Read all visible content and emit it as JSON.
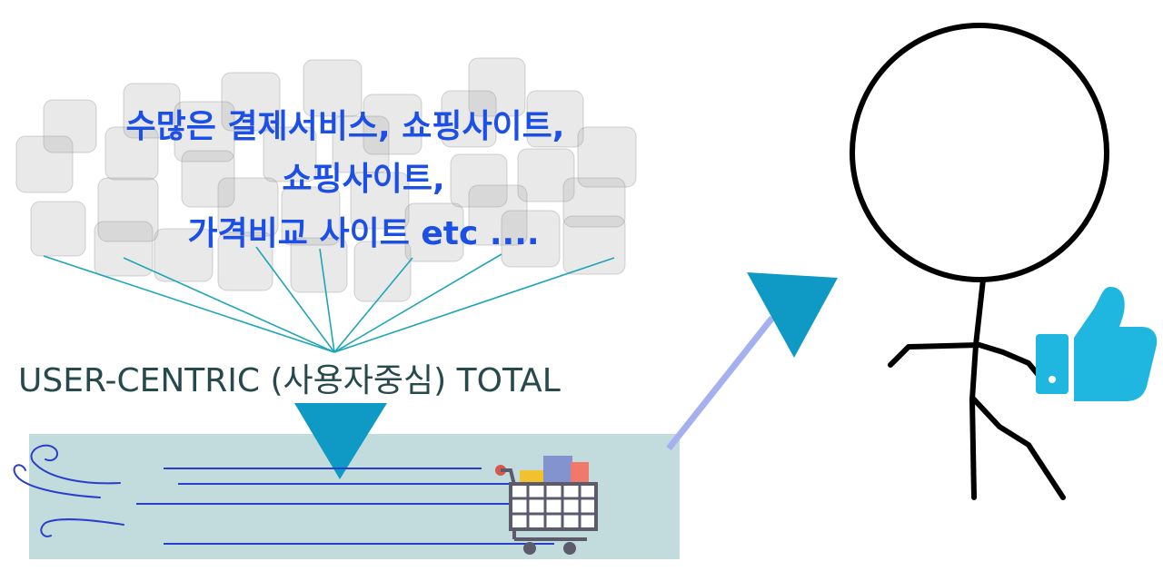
{
  "text": {
    "line1": "수많은 결제서비스, 쇼핑사이트,",
    "line2": "쇼핑사이트,",
    "line3": "가격비교 사이트 etc ....",
    "centric": "USER-CENTRIC (사용자중심) TOTAL"
  },
  "icons": [
    "wind-icon",
    "shopping-cart-icon",
    "thumbs-up-icon",
    "stick-figure"
  ],
  "colors": {
    "heading": "#1b4fe6",
    "centric_text": "#26494c",
    "triangle": "#0e9ac4",
    "box": "#c2dcde",
    "connector": "#1fa5b8",
    "arrow_line": "#a4b0ef",
    "thumbs_up": "#1fb6e0"
  }
}
